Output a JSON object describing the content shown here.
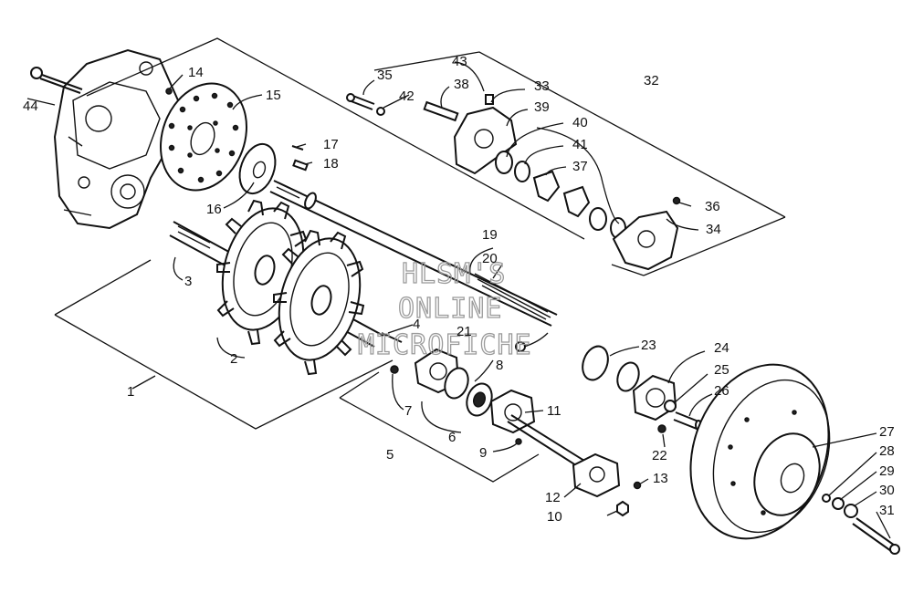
{
  "watermark": {
    "line1": "HLSM'S",
    "line2": "ONLINE",
    "line3": "MICROFICHE"
  },
  "callouts": {
    "c1": "1",
    "c2": "2",
    "c3": "3",
    "c4": "4",
    "c5": "5",
    "c6": "6",
    "c7": "7",
    "c8": "8",
    "c9": "9",
    "c10": "10",
    "c11": "11",
    "c12": "12",
    "c13": "13",
    "c14": "14",
    "c15": "15",
    "c16": "16",
    "c17": "17",
    "c18": "18",
    "c19": "19",
    "c20": "20",
    "c21": "21",
    "c22": "22",
    "c23": "23",
    "c24": "24",
    "c25": "25",
    "c26": "26",
    "c27": "27",
    "c28": "28",
    "c29": "29",
    "c30": "30",
    "c31": "31",
    "c32": "32",
    "c33": "33",
    "c34": "34",
    "c35": "35",
    "c36": "36",
    "c37": "37",
    "c38": "38",
    "c39": "39",
    "c40": "40",
    "c41": "41",
    "c42": "42",
    "c43": "43",
    "c44": "44"
  }
}
